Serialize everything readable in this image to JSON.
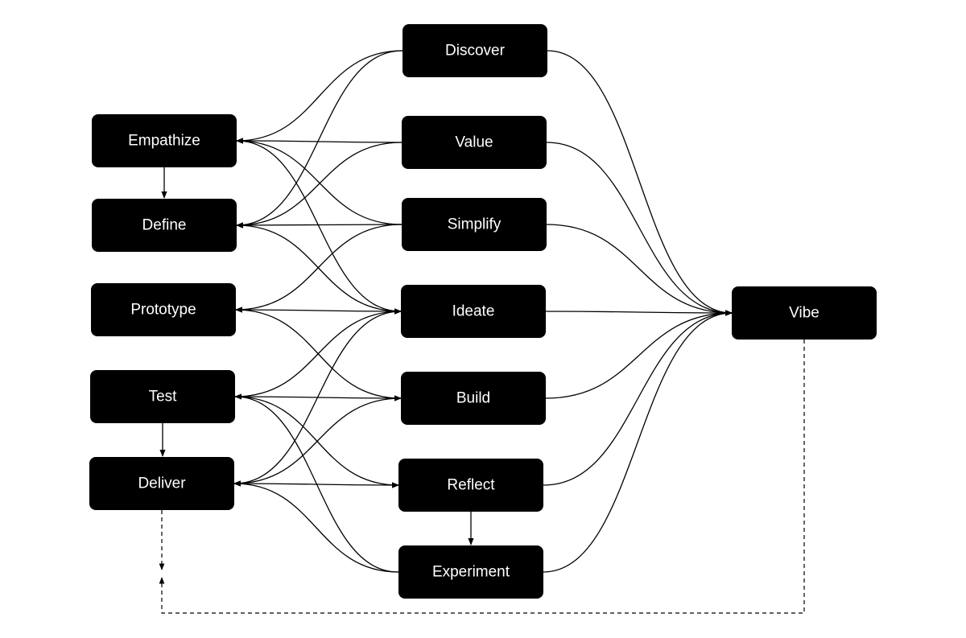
{
  "diagram": {
    "nodes": {
      "empathize": "Empathize",
      "define": "Define",
      "prototype": "Prototype",
      "test": "Test",
      "deliver": "Deliver",
      "discover": "Discover",
      "value": "Value",
      "simplify": "Simplify",
      "ideate": "Ideate",
      "build": "Build",
      "reflect": "Reflect",
      "experiment": "Experiment",
      "vibe": "Vibe"
    },
    "edges": [
      {
        "from": "empathize",
        "to": "define",
        "style": "solid",
        "arrow": "end"
      },
      {
        "from": "test",
        "to": "deliver",
        "style": "solid",
        "arrow": "end"
      },
      {
        "from": "reflect",
        "to": "experiment",
        "style": "solid",
        "arrow": "end"
      },
      {
        "from": "discover",
        "to": "empathize",
        "style": "solid",
        "arrow": "end"
      },
      {
        "from": "discover",
        "to": "define",
        "style": "solid",
        "arrow": "end"
      },
      {
        "from": "value",
        "to": "empathize",
        "style": "solid",
        "arrow": "end"
      },
      {
        "from": "value",
        "to": "define",
        "style": "solid",
        "arrow": "end"
      },
      {
        "from": "simplify",
        "to": "empathize",
        "style": "solid",
        "arrow": "end"
      },
      {
        "from": "simplify",
        "to": "define",
        "style": "solid",
        "arrow": "end"
      },
      {
        "from": "simplify",
        "to": "prototype",
        "style": "solid",
        "arrow": "end"
      },
      {
        "from": "empathize",
        "to": "ideate",
        "style": "solid",
        "arrow": "end"
      },
      {
        "from": "define",
        "to": "ideate",
        "style": "solid",
        "arrow": "end"
      },
      {
        "from": "prototype",
        "to": "ideate",
        "style": "solid",
        "arrow": "both"
      },
      {
        "from": "test",
        "to": "ideate",
        "style": "solid",
        "arrow": "end"
      },
      {
        "from": "deliver",
        "to": "ideate",
        "style": "solid",
        "arrow": "end"
      },
      {
        "from": "prototype",
        "to": "build",
        "style": "solid",
        "arrow": "end"
      },
      {
        "from": "test",
        "to": "build",
        "style": "solid",
        "arrow": "both"
      },
      {
        "from": "deliver",
        "to": "build",
        "style": "solid",
        "arrow": "start"
      },
      {
        "from": "test",
        "to": "reflect",
        "style": "solid",
        "arrow": "end"
      },
      {
        "from": "deliver",
        "to": "reflect",
        "style": "solid",
        "arrow": "both"
      },
      {
        "from": "test",
        "to": "experiment",
        "style": "solid",
        "arrow": "none"
      },
      {
        "from": "deliver",
        "to": "experiment",
        "style": "solid",
        "arrow": "start"
      },
      {
        "from": "discover",
        "to": "vibe",
        "style": "solid",
        "arrow": "end"
      },
      {
        "from": "value",
        "to": "vibe",
        "style": "solid",
        "arrow": "end"
      },
      {
        "from": "simplify",
        "to": "vibe",
        "style": "solid",
        "arrow": "end"
      },
      {
        "from": "ideate",
        "to": "vibe",
        "style": "solid",
        "arrow": "end"
      },
      {
        "from": "build",
        "to": "vibe",
        "style": "solid",
        "arrow": "end"
      },
      {
        "from": "reflect",
        "to": "vibe",
        "style": "solid",
        "arrow": "end"
      },
      {
        "from": "experiment",
        "to": "vibe",
        "style": "solid",
        "arrow": "end"
      },
      {
        "from": "deliver",
        "to": "vibe",
        "style": "dashed",
        "arrow": "start"
      }
    ]
  }
}
